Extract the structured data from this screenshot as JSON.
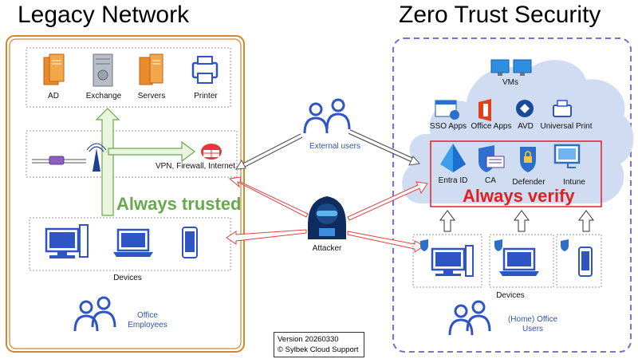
{
  "legacy": {
    "title": "Legacy Network",
    "servers": [
      "AD",
      "Exchange",
      "Servers",
      "Printer"
    ],
    "network_label": "VPN, Firewall, Internet",
    "trust_label": "Always trusted",
    "devices_label": "Devices",
    "users_label_line1": "Office",
    "users_label_line2": "Employees"
  },
  "zero_trust": {
    "title": "Zero Trust Security",
    "vms_label": "VMs",
    "apps": [
      "SSO Apps",
      "Office Apps",
      "AVD",
      "Universal Print"
    ],
    "controls": [
      "Entra ID",
      "CA",
      "Defender",
      "Intune"
    ],
    "verify_label": "Always verify",
    "devices_label": "Devices",
    "users_label_line1": "(Home) Office",
    "users_label_line2": "Users"
  },
  "external_users_label": "External users",
  "attacker_label": "Attacker",
  "version": {
    "line1": "Version 20260330",
    "line2": "© Sylbek Cloud Support"
  },
  "colors": {
    "legacy_border": "#d5862b",
    "zero_trust_border": "#7a6fd6",
    "trusted_green": "#6aa84f",
    "verify_red": "#e02020",
    "arrow_red": "#e04040",
    "cloud": "#cfdcf1",
    "icon_blue": "#2f55c4"
  }
}
